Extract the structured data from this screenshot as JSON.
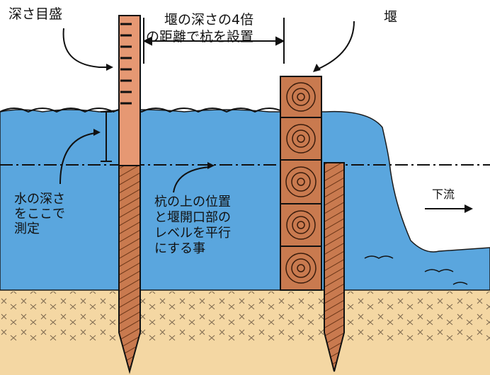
{
  "labels": {
    "depth_scale": "深さ目盛",
    "stake_distance_line1": "堰の深さの4倍",
    "stake_distance_line2": "の距離で杭を設置",
    "weir": "堰",
    "measure_line1": "水の深さ",
    "measure_line2": "をここで",
    "measure_line3": "測定",
    "level_line1": "杭の上の位置",
    "level_line2": "と堰開口部の",
    "level_line3": "レベルを平行",
    "level_line4": "にする事",
    "downstream": "下流"
  },
  "colors": {
    "water": "#5aa6de",
    "soil": "#f4d7a3",
    "wood": "#c97a4f",
    "wood_dark": "#8a4a2a",
    "ink": "#111111"
  }
}
